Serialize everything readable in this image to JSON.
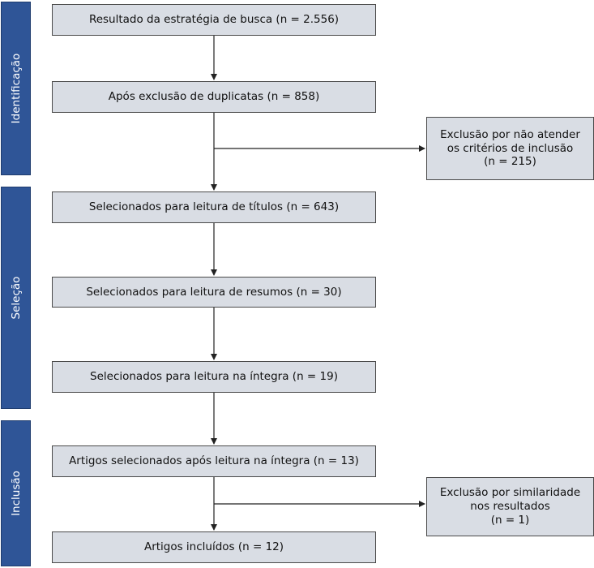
{
  "phases": {
    "identificacao": "Identificação",
    "selecao": "Seleção",
    "inclusao": "Inclusão"
  },
  "boxes": {
    "resultado_busca": "Resultado da estratégia de busca (n = 2.556)",
    "apos_duplicatas": "Após exclusão de duplicatas (n = 858)",
    "leitura_titulos": "Selecionados para leitura de títulos (n = 643)",
    "leitura_resumos": "Selecionados para leitura de resumos (n = 30)",
    "leitura_integra": "Selecionados para leitura na íntegra (n = 19)",
    "selecionados_integra": "Artigos selecionados após leitura na íntegra (n = 13)",
    "incluidos": "Artigos incluídos (n = 12)"
  },
  "exclusions": {
    "criterios": {
      "line1": "Exclusão por não atender",
      "line2": "os critérios de inclusão",
      "line3": "(n = 215)"
    },
    "similaridade": {
      "line1": "Exclusão por similaridade",
      "line2": "nos resultados",
      "line3": "(n = 1)"
    }
  },
  "colors": {
    "phase_bar": "#2f5597",
    "box_fill": "#d9dde4",
    "box_border": "#4a4a4a",
    "arrow": "#222222"
  }
}
